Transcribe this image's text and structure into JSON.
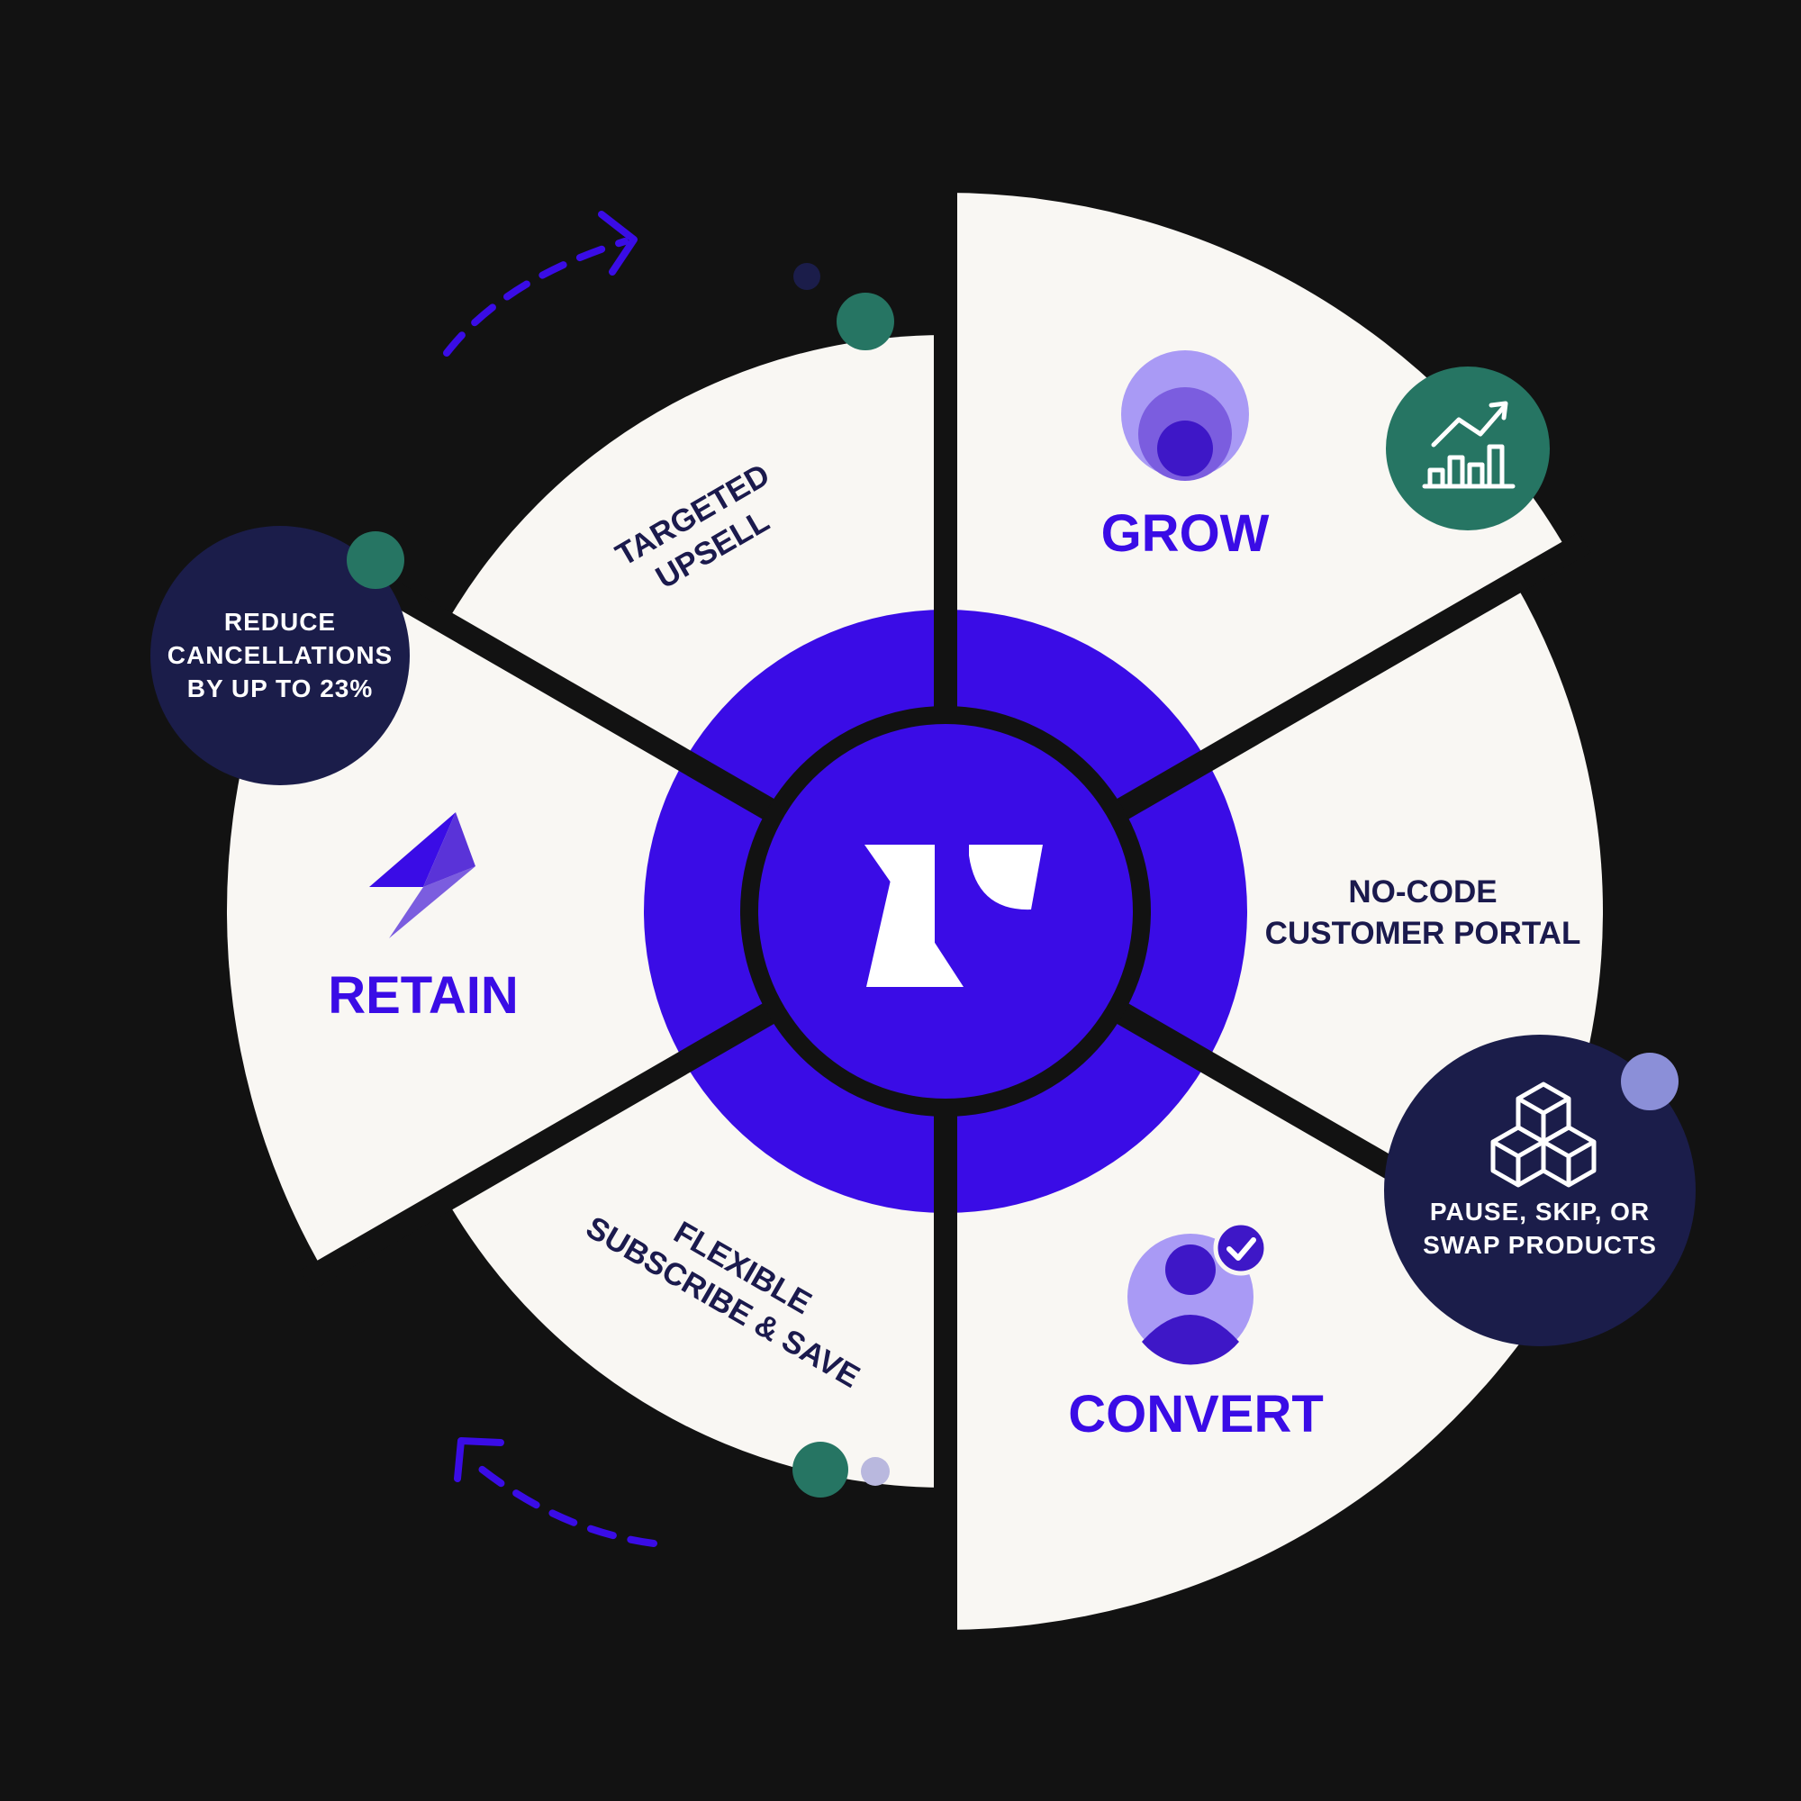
{
  "colors": {
    "background": "#121212",
    "segment": "#f9f7f3",
    "accent": "#3a0ce6",
    "navy": "#1b1d4a",
    "teal": "#267563",
    "lavender": "#8b8fd8"
  },
  "segments": {
    "grow": {
      "title": "GROW",
      "icon": "person-circles-icon"
    },
    "portal": {
      "line1": "NO-CODE",
      "line2": "CUSTOMER PORTAL"
    },
    "convert": {
      "title": "CONVERT",
      "icon": "user-check-icon"
    },
    "subscribe": {
      "line1": "FLEXIBLE",
      "line2": "SUBSCRIBE & SAVE"
    },
    "retain": {
      "title": "RETAIN",
      "icon": "lightning-bolt-icon"
    },
    "upsell": {
      "line1": "TARGETED",
      "line2": "UPSELL"
    }
  },
  "badges": {
    "reduce": {
      "line1": "REDUCE",
      "line2": "CANCELLATIONS",
      "line3": "BY UP TO 23%"
    },
    "pause": {
      "line1": "PAUSE, SKIP, OR",
      "line2": "SWAP PRODUCTS",
      "icon": "boxes-icon"
    },
    "growth": {
      "icon": "chart-growth-icon"
    }
  },
  "center": {
    "icon": "brand-logo-icon"
  }
}
